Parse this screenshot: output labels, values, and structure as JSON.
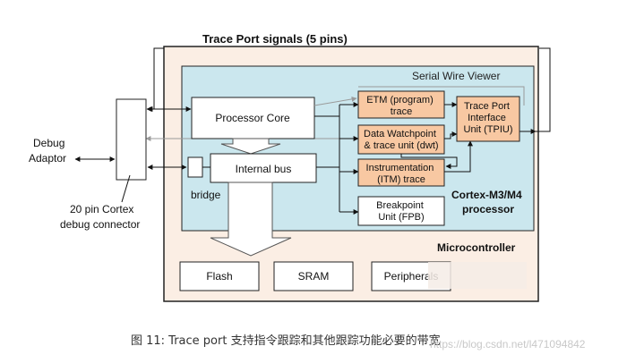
{
  "diagram": {
    "trace_port_signals": "Trace Port signals (5 pins)",
    "serial_wire_viewer": "Serial Wire Viewer",
    "debug_adaptor": [
      "Debug",
      "Adaptor"
    ],
    "connector_label": [
      "20 pin Cortex",
      "debug connector"
    ],
    "processor_core": "Processor Core",
    "internal_bus": "Internal bus",
    "bridge": "bridge",
    "etm": [
      "ETM (program)",
      "trace"
    ],
    "dwt": [
      "Data Watchpoint",
      "& trace unit (dwt)"
    ],
    "itm": [
      "Instrumentation",
      "(ITM) trace"
    ],
    "fpb": [
      "Breakpoint",
      "Unit (FPB)"
    ],
    "tpiu": [
      "Trace Port",
      "Interface",
      "Unit (TPIU)"
    ],
    "processor_label": [
      "Cortex-M3/M4",
      "processor"
    ],
    "microcontroller": "Microcontroller",
    "flash": "Flash",
    "sram": "SRAM",
    "peripherals": "Peripherals"
  },
  "caption": "图 11: Trace port 支持指令跟踪和其他跟踪功能必要的带宽",
  "watermark": "https://blog.csdn.net/l471094842",
  "colors": {
    "microcontroller_bg": "#fbeee4",
    "processor_bg": "#cbe7ee",
    "trace_block_bg": "#f8c8a2",
    "border": "#222222",
    "gray_line": "#9a9a9a"
  }
}
